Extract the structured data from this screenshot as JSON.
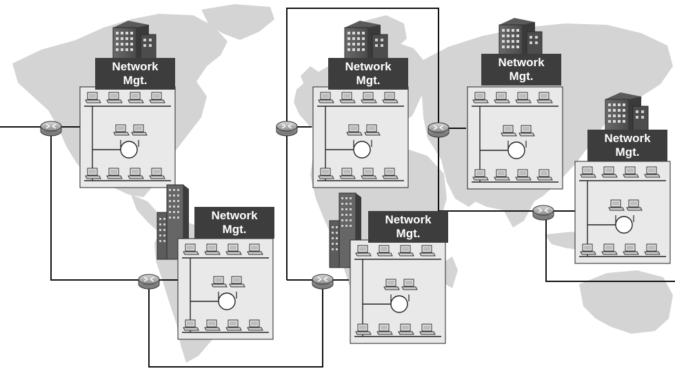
{
  "diagram": {
    "sites": [
      {
        "id": "site-north-america",
        "label_line1": "Network",
        "label_line2": "Mgt."
      },
      {
        "id": "site-south-america",
        "label_line1": "Network",
        "label_line2": "Mgt."
      },
      {
        "id": "site-europe",
        "label_line1": "Network",
        "label_line2": "Mgt."
      },
      {
        "id": "site-africa",
        "label_line1": "Network",
        "label_line2": "Mgt."
      },
      {
        "id": "site-asia",
        "label_line1": "Network",
        "label_line2": "Mgt."
      },
      {
        "id": "site-southeast-asia",
        "label_line1": "Network",
        "label_line2": "Mgt."
      }
    ],
    "colors": {
      "map": "#d4d4d4",
      "site_panel": "#e9e9e9",
      "label_bg": "#3d3d3d",
      "link": "#111111",
      "router": "#9a9a9a"
    }
  }
}
